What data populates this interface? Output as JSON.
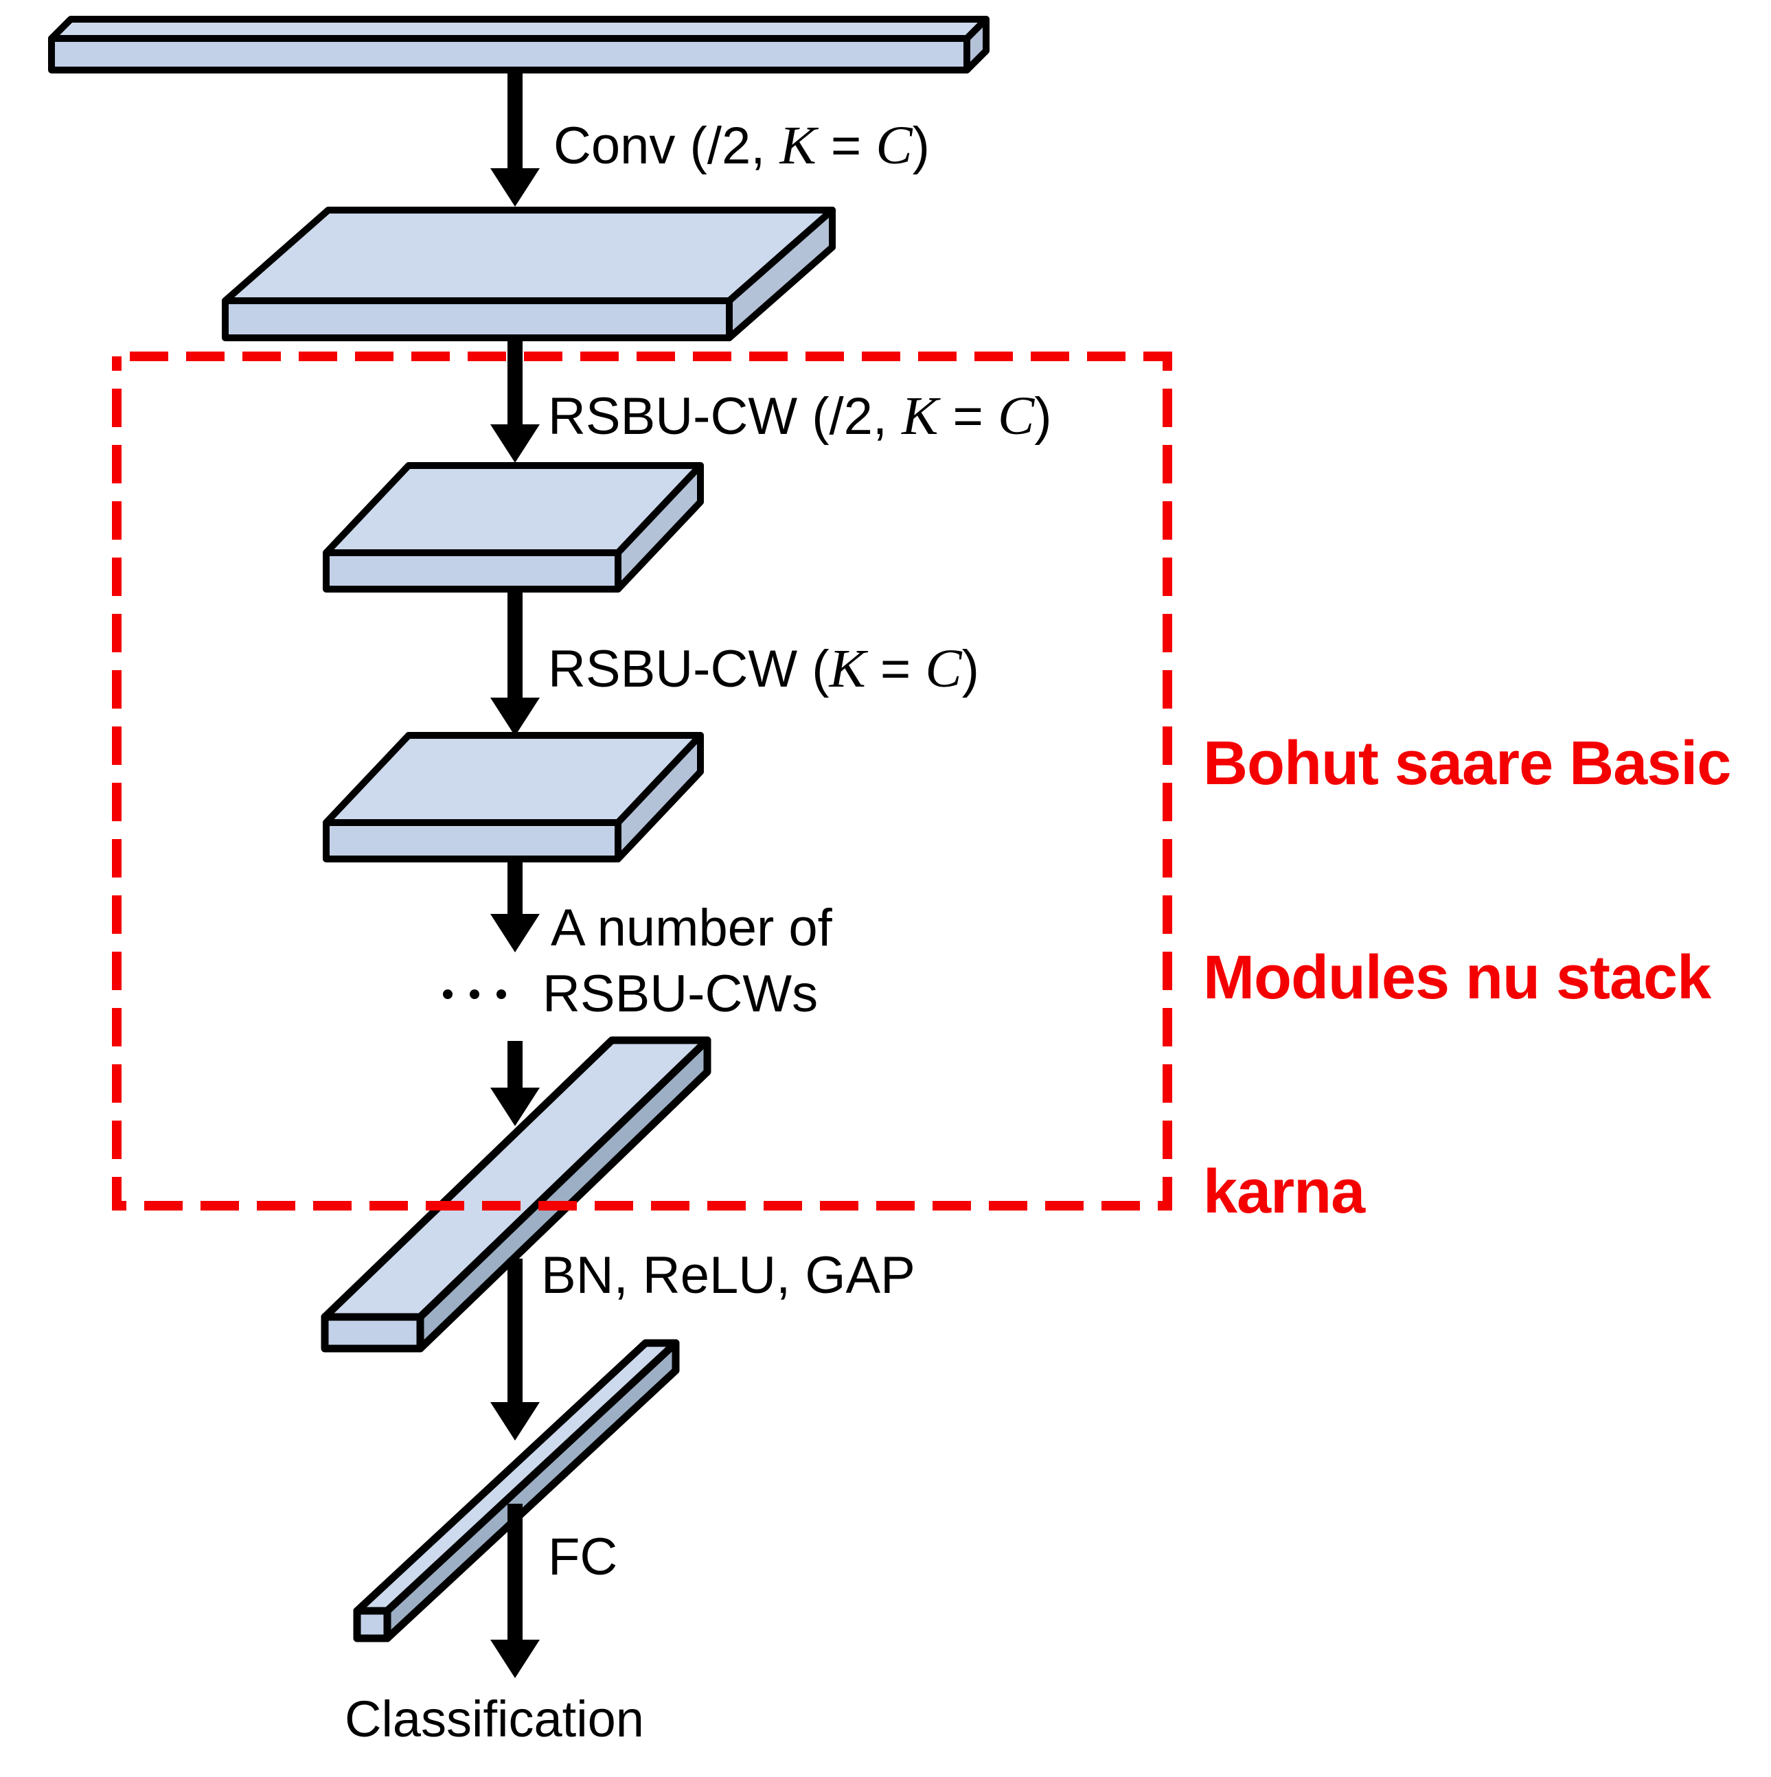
{
  "colors": {
    "face-top": "#cdd9ec",
    "face-front": "#c2d1e7",
    "face-side": "#b4c2d8",
    "bar-side": "#9dafc4",
    "outline": "#000000",
    "accent-red": "#f40000",
    "text-black": "#000000"
  },
  "diagram": {
    "labels": {
      "conv": {
        "prefix": "Conv (/2, ",
        "k": "K",
        "eq": " = ",
        "c": "C",
        "suffix": ")"
      },
      "rsbu1": {
        "prefix": "RSBU-CW (/2, ",
        "k": "K",
        "eq": " = ",
        "c": "C",
        "suffix": ")"
      },
      "rsbu2": {
        "prefix": "RSBU-CW (",
        "k": "K",
        "eq": " = ",
        "c": "C",
        "suffix": ")"
      },
      "stack_line1": "A number of",
      "stack_line2": "RSBU-CWs",
      "bn_relu_gap": "BN, ReLU, GAP",
      "fc": "FC",
      "classification": "Classification"
    },
    "annotation": {
      "line1": "Bohut saare Basic",
      "line2": "Modules nu stack",
      "line3": "karna"
    }
  }
}
